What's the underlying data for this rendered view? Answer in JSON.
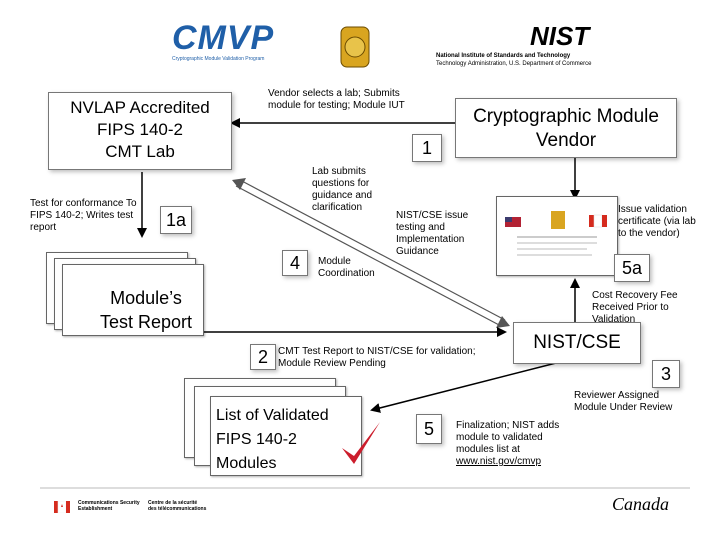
{
  "header": {
    "cmvp_logo": "CMVP",
    "cmvp_tagline": "Cryptographic Module Validation Program",
    "nist_logo": "NIST",
    "nist_line1": "National Institute of Standards and Technology",
    "nist_line2": "Technology Administration, U.S. Department of Commerce"
  },
  "lab": {
    "title_lines": [
      "NVLAP Accredited",
      "FIPS 140-2",
      "CMT Lab"
    ]
  },
  "vendor": {
    "title_lines": [
      "Cryptographic Module",
      "Vendor"
    ]
  },
  "nist_cse": {
    "title": "NIST/CSE"
  },
  "docs": {
    "test_report_lines": [
      "Module’s",
      "Test Report"
    ],
    "validated_list_lines": [
      "List of Validated",
      "FIPS 140-2",
      "Modules"
    ]
  },
  "labels": {
    "vendor_selects": "Vendor selects a lab; Submits module for testing; Module IUT",
    "test_conformance": "Test for conformance To FIPS 140-2; Writes test report",
    "lab_submits": "Lab submits questions for guidance and clarification",
    "nist_issue": "NIST/CSE issue testing and Implementation Guidance",
    "module_coordination": "Module Coordination",
    "issue_certificate": "Issue validation certificate (via lab to the vendor)",
    "cost_recovery": "Cost Recovery Fee Received Prior to Validation",
    "cmt_report": "CMT Test Report to NIST/CSE for validation; Module Review Pending",
    "reviewer_assigned": "Reviewer Assigned Module Under Review",
    "finalization_prefix": "Finalization; NIST adds module to validated modules list at",
    "finalization_url": "www.nist.gov/cmvp"
  },
  "steps": {
    "s1": "1",
    "s1a": "1a",
    "s2": "2",
    "s3": "3",
    "s4": "4",
    "s5": "5",
    "s5a": "5a"
  },
  "footer": {
    "cse_en_1": "Communications Security",
    "cse_en_2": "Establishment",
    "cse_fr_1": "Centre de la sécurité",
    "cse_fr_2": "des télécommunications",
    "canada": "Canada"
  },
  "colors": {
    "cmvp_blue": "#1f5fa8",
    "checkmark_red": "#cc1d2c",
    "canada_red": "#d52b1e",
    "arrow_gray": "#555555"
  }
}
